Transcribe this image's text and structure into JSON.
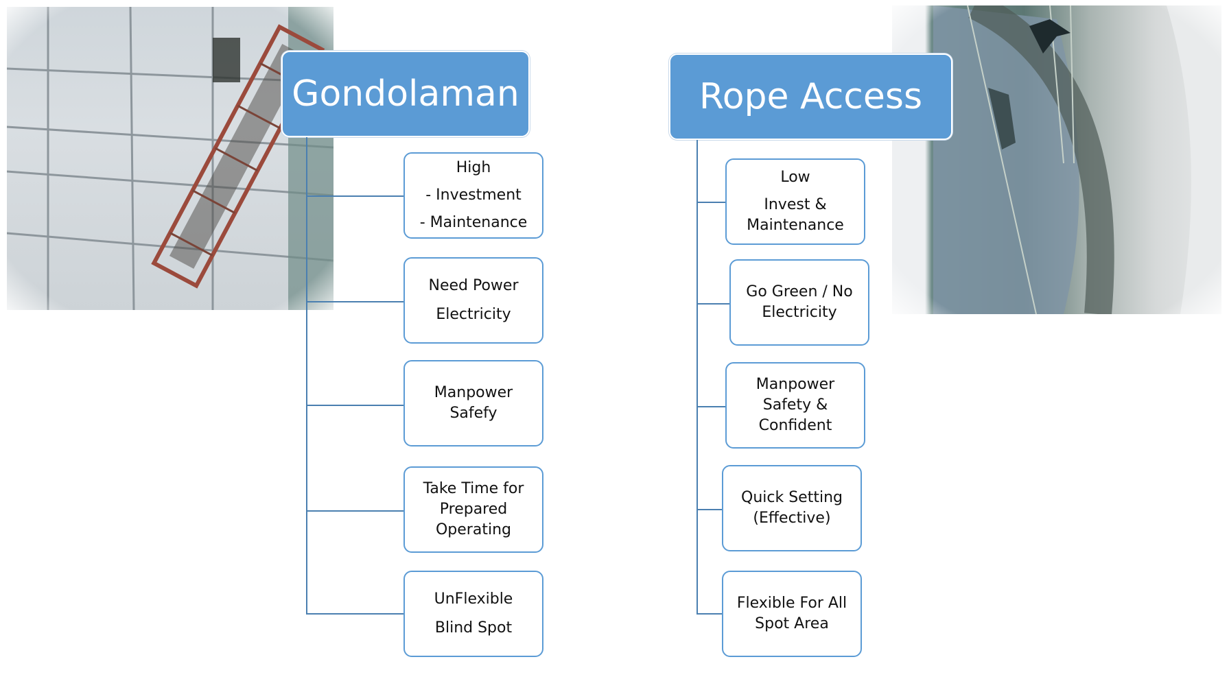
{
  "left": {
    "title": "Gondolaman",
    "photo": "gondola-platform-photo",
    "items": [
      {
        "lines": [
          "High",
          "- Investment",
          "- Maintenance"
        ]
      },
      {
        "lines": [
          "Need Power",
          "Electricity"
        ]
      },
      {
        "lines": [
          "Manpower",
          "Safefy"
        ]
      },
      {
        "lines": [
          "Take Time for",
          "Prepared",
          "Operating"
        ]
      },
      {
        "lines": [
          "UnFlexible",
          "Blind Spot"
        ]
      }
    ]
  },
  "right": {
    "title": "Rope Access",
    "photo": "rope-access-worker-photo",
    "items": [
      {
        "lines": [
          "Low",
          "Invest &",
          "Maintenance"
        ]
      },
      {
        "lines": [
          "Go Green / No",
          "Electricity"
        ]
      },
      {
        "lines": [
          "Manpower",
          "Safety &",
          "Confident"
        ]
      },
      {
        "lines": [
          "Quick Setting",
          "(Effective)"
        ]
      },
      {
        "lines": [
          "Flexible For All",
          "Spot Area"
        ]
      }
    ]
  },
  "colors": {
    "header_fill": "#5b9bd5",
    "box_border": "#5b9bd5",
    "connector": "#4a7fb0"
  }
}
